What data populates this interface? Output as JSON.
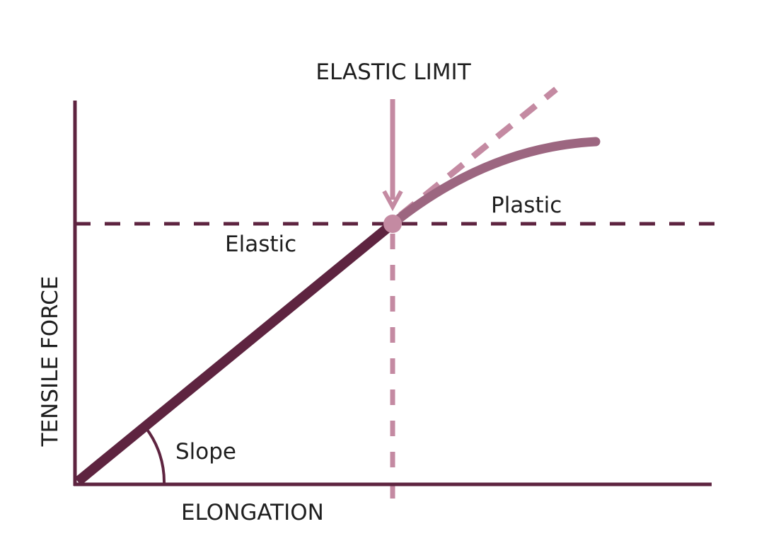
{
  "diagram": {
    "title_label": "ELASTIC LIMIT",
    "y_axis_label": "TENSILE FORCE",
    "x_axis_label": "ELONGATION",
    "region_labels": {
      "elastic": "Elastic",
      "plastic": "Plastic",
      "slope": "Slope"
    },
    "colors": {
      "axis": "#5e2440",
      "elastic_line": "#5e2440",
      "plastic_curve": "#9c6680",
      "elastic_limit": "#c48aa2",
      "text": "#1f1f1f",
      "background": "#ffffff"
    },
    "elements": [
      "y-axis",
      "x-axis",
      "elastic-line",
      "plastic-curve",
      "extrapolated-dashed-line",
      "horizontal-limit-dashed-line",
      "vertical-limit-dashed-line",
      "elastic-limit-arrow",
      "elastic-limit-point",
      "slope-angle-arc"
    ]
  }
}
